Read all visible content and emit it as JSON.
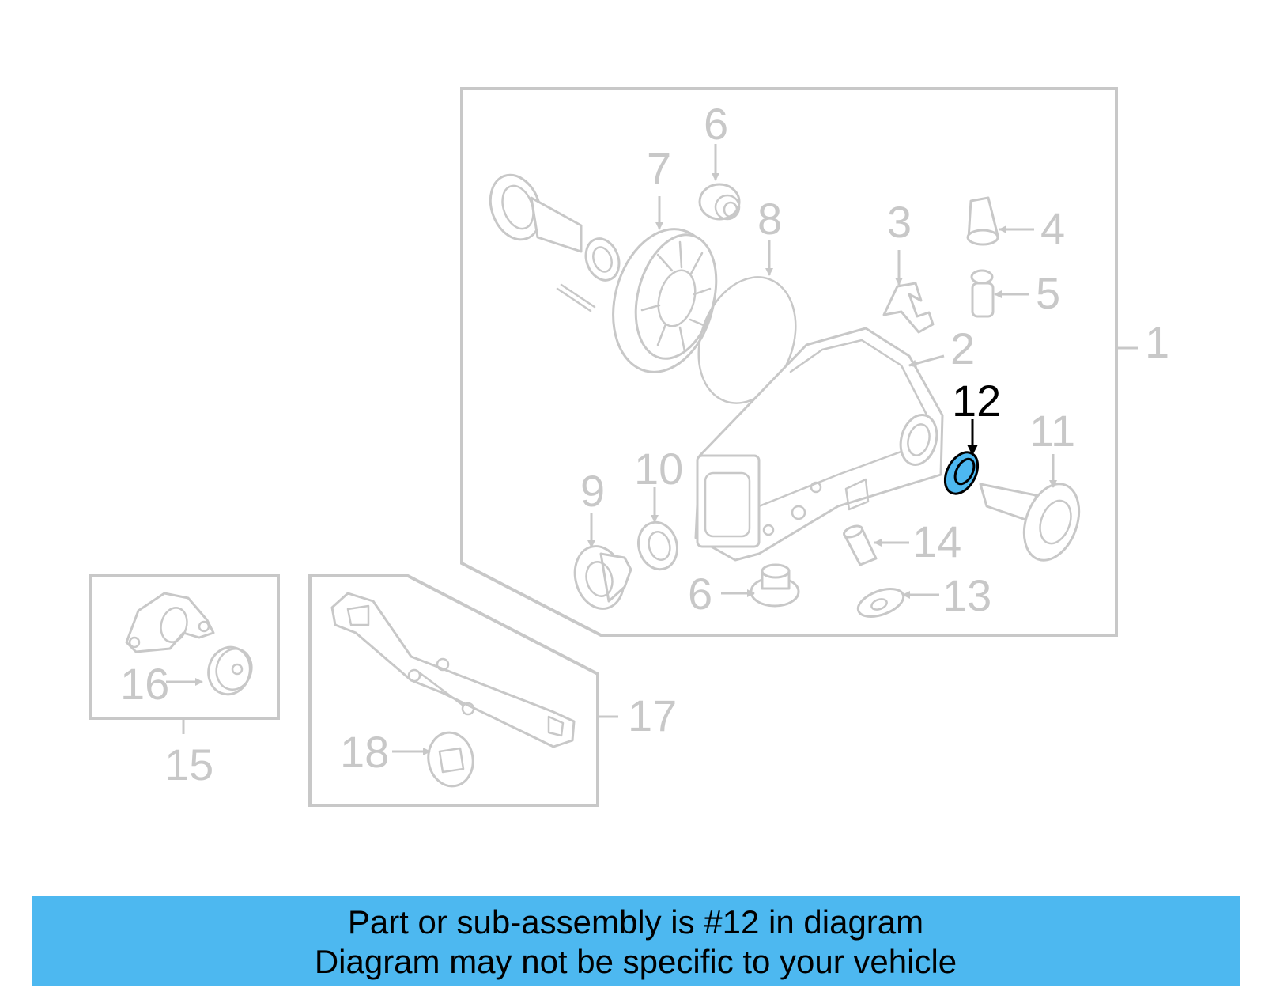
{
  "diagram": {
    "highlighted_part": "12",
    "colors": {
      "highlight": "#4db8f0",
      "inactive": "#c8c8c8",
      "active_label": "#000000"
    },
    "labels": {
      "p1": "1",
      "p2": "2",
      "p3": "3",
      "p4": "4",
      "p5": "5",
      "p6_top": "6",
      "p6_bottom": "6",
      "p7": "7",
      "p8": "8",
      "p9": "9",
      "p10": "10",
      "p11": "11",
      "p12": "12",
      "p13": "13",
      "p14": "14",
      "p15": "15",
      "p16": "16",
      "p17": "17",
      "p18": "18"
    }
  },
  "banner": {
    "line1": "Part or sub-assembly is #12 in diagram",
    "line2": "Diagram may not be specific to your vehicle"
  }
}
